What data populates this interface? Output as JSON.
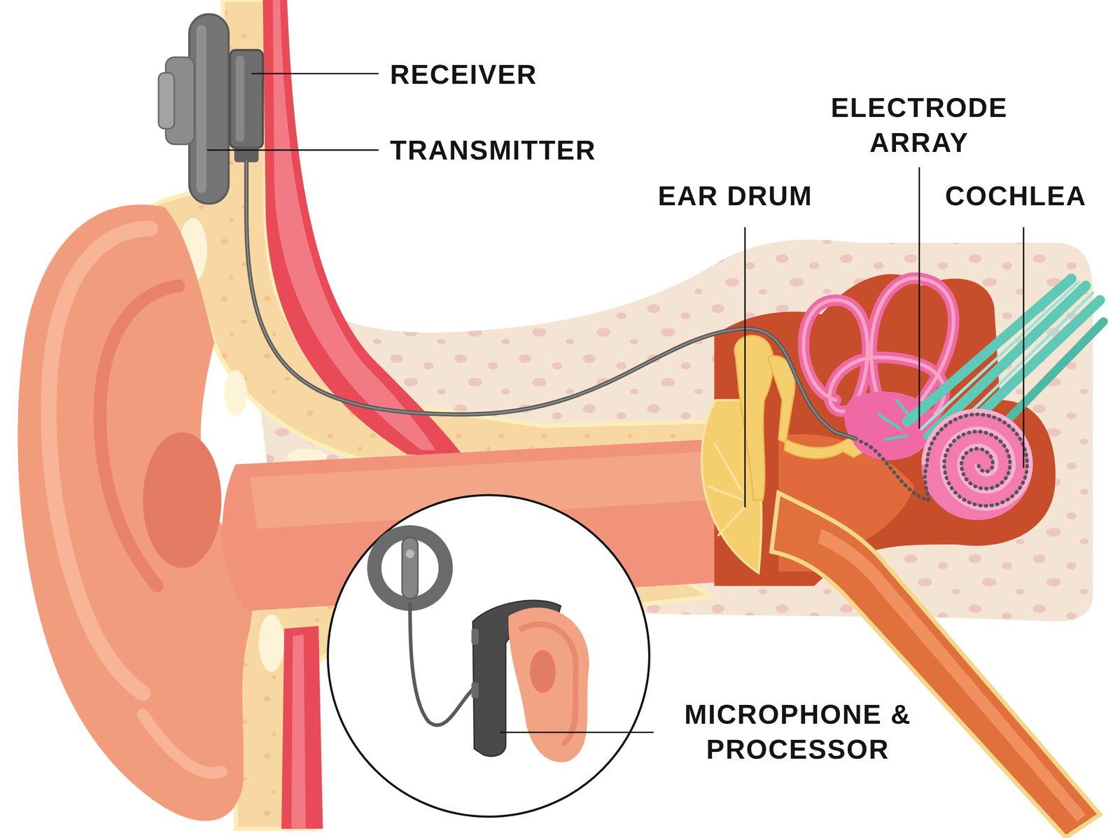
{
  "diagram": {
    "labels": [
      "RECEIVER",
      "TRANSMITTER",
      "ELECTRODE ARRAY",
      "EAR DRUM",
      "COCHLEA",
      "MICROPHONE & PROCESSOR"
    ]
  }
}
